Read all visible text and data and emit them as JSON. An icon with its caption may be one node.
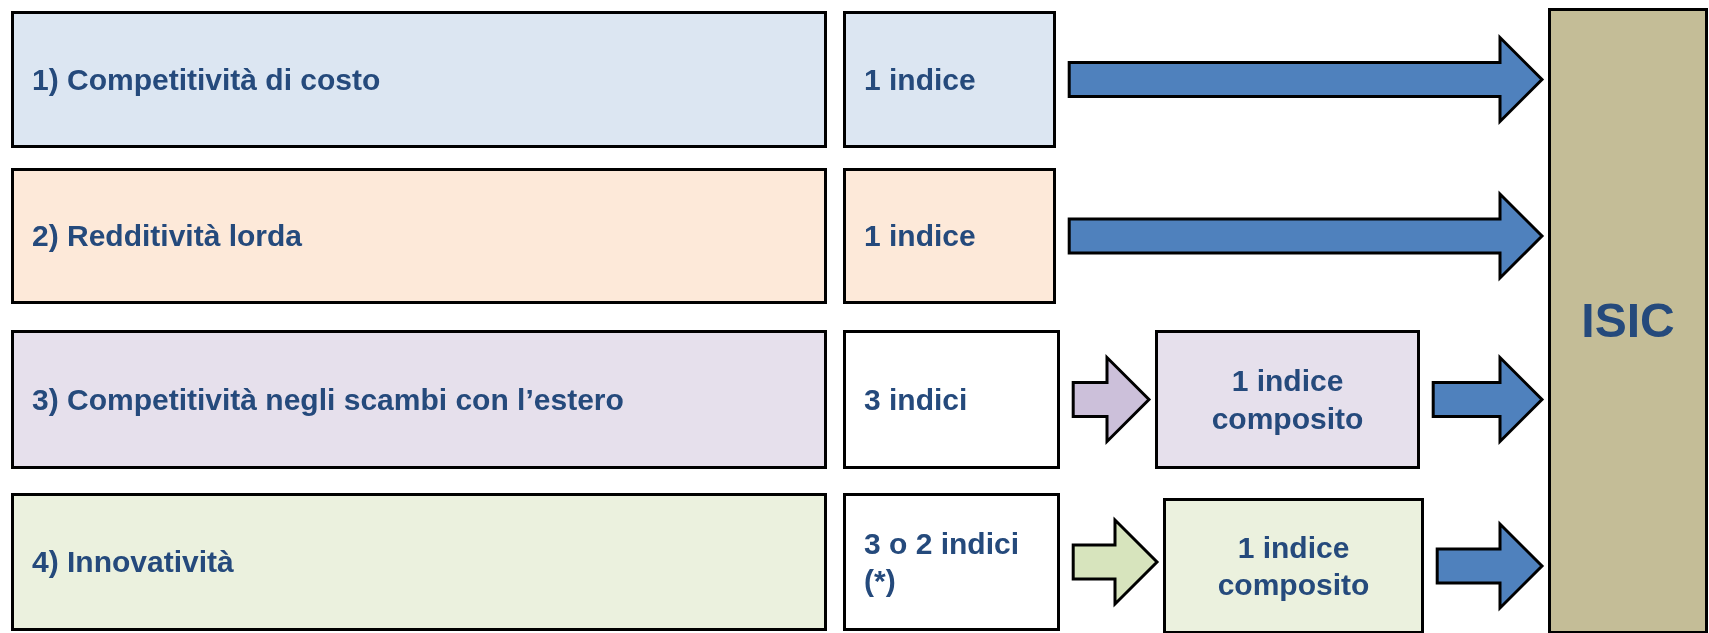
{
  "diagram": {
    "nodes": [
      {
        "text": [
          "1) Competitività di costo"
        ]
      },
      {
        "text": [
          "1 indice"
        ]
      },
      {
        "text": [
          "2) Redditività lorda"
        ]
      },
      {
        "text": [
          "1 indice"
        ]
      },
      {
        "text": [
          "3) Competitività negli scambi con l’estero"
        ]
      },
      {
        "text": [
          "3 indici"
        ]
      },
      {
        "text": [
          "1 indice composito"
        ]
      },
      {
        "text": [
          "4) Innovatività"
        ]
      },
      {
        "text": [
          "3 o 2 indici (*)"
        ]
      },
      {
        "text": [
          "1 indice composito"
        ]
      },
      {
        "text": [
          "ISIC"
        ]
      }
    ],
    "edges": [
      {
        "from": 1,
        "to": 10,
        "arrow": "to"
      },
      {
        "from": 3,
        "to": 10,
        "arrow": "to"
      },
      {
        "from": 5,
        "to": 6,
        "arrow": "to",
        "color": "#ccc0da"
      },
      {
        "from": 6,
        "to": 10,
        "arrow": "to"
      },
      {
        "from": 8,
        "to": 9,
        "arrow": "to",
        "color": "#d7e4bd"
      },
      {
        "from": 9,
        "to": 10,
        "arrow": "to"
      }
    ]
  }
}
